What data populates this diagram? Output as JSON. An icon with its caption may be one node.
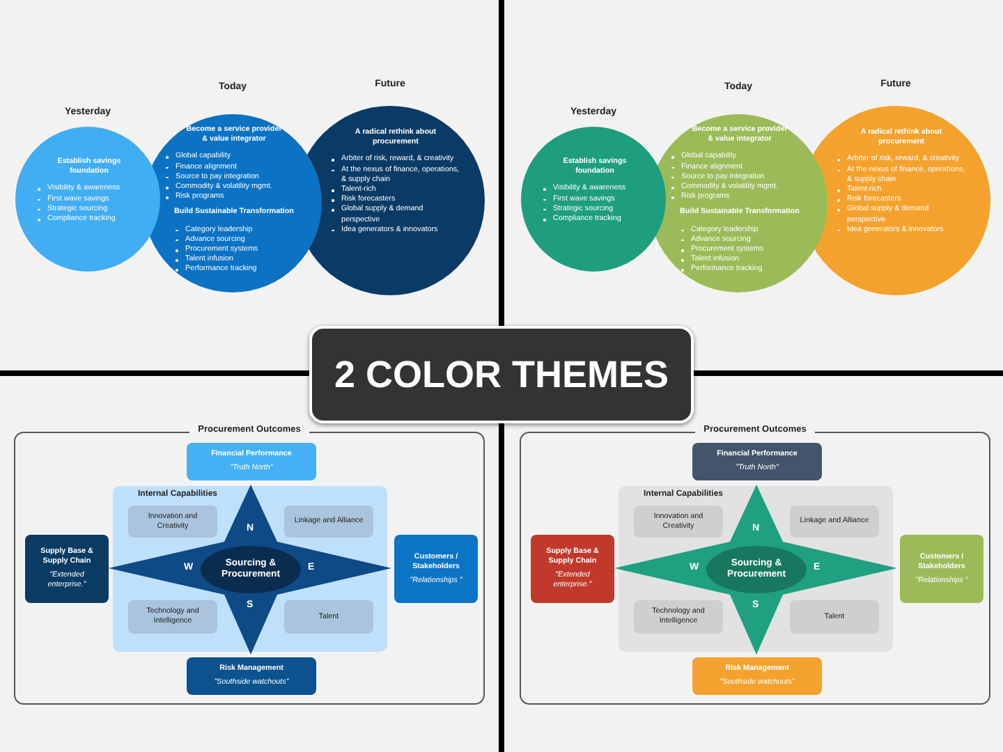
{
  "diagram": {
    "title": "2 COLOR THEMES",
    "nodes": [
      {
        "text": [
          "Yesterday",
          "Establish savings foundation",
          "Visibility & awareness",
          "First wave savings",
          "Strategic sourcing",
          "Compliance tracking"
        ]
      },
      {
        "text": [
          "Today",
          "Become a service provider & value integrator",
          "Global capability",
          "Finance alignment",
          "Source to pay integration",
          "Commodity & volatility mgmt.",
          "Risk programs",
          "Build Sustainable Transformation",
          "Category leadership",
          "Advance sourcing",
          "Procurement systems",
          "Talent infusion",
          "Performance tracking"
        ]
      },
      {
        "text": [
          "Future",
          "A radical rethink about procurement",
          "Arbiter of risk, reward, & creativity",
          "At the nexus of finance, operations, & supply chain",
          "Talent-rich",
          "Risk forecasters",
          "Global supply & demand perspective",
          "Idea generators & innovators"
        ]
      },
      {
        "text": [
          "Yesterday",
          "Establish savings foundation",
          "Visibility & awareness",
          "First wave savings",
          "Strategic sourcing",
          "Compliance tracking"
        ]
      },
      {
        "text": [
          "Today",
          "Become a service provider & value integrator",
          "Global capability",
          "Finance alignment",
          "Source to pay integration",
          "Commodity & volatility mgmt.",
          "Risk programs",
          "Build Sustainable Transformation",
          "Category leadership",
          "Advance sourcing",
          "Procurement systems",
          "Talent infusion",
          "Performance tracking"
        ]
      },
      {
        "text": [
          "Future",
          "A radical rethink about procurement",
          "Arbiter of risk, reward, & creativity",
          "At the nexus of finance, operations, & supply chain",
          "Talent-rich",
          "Risk forecasters",
          "Global supply & demand perspective",
          "Idea generators & innovators"
        ]
      },
      {
        "text": [
          "Procurement Outcomes"
        ]
      },
      {
        "text": [
          "Financial Performance",
          "\"Truth North\""
        ],
        "in": 6
      },
      {
        "text": [
          "Internal Capabilities"
        ],
        "in": 6
      },
      {
        "text": [
          "Innovation and Creativity"
        ],
        "in": 8
      },
      {
        "text": [
          "Linkage and Alliance"
        ],
        "in": 8
      },
      {
        "text": [
          "Technology and Intelligence"
        ],
        "in": 8
      },
      {
        "text": [
          "Talent"
        ],
        "in": 8
      },
      {
        "text": [
          "Sourcing & Procurement"
        ],
        "in": 8
      },
      {
        "text": [
          "Supply Base & Supply Chain",
          "\"Extended enterprise.\""
        ],
        "in": 6
      },
      {
        "text": [
          "Customers / Stakeholders",
          "\"Relationships \""
        ],
        "in": 6
      },
      {
        "text": [
          "Risk Management",
          "\"Southside watchouts\""
        ],
        "in": 6
      },
      {
        "text": [
          "Procurement Outcomes"
        ]
      },
      {
        "text": [
          "Financial Performance",
          "\"Truth North\""
        ],
        "in": 17
      },
      {
        "text": [
          "Internal Capabilities"
        ],
        "in": 17
      },
      {
        "text": [
          "Innovation and Creativity"
        ],
        "in": 19
      },
      {
        "text": [
          "Linkage and Alliance"
        ],
        "in": 19
      },
      {
        "text": [
          "Technology and Intelligence"
        ],
        "in": 19
      },
      {
        "text": [
          "Talent"
        ],
        "in": 19
      },
      {
        "text": [
          "Sourcing & Procurement"
        ],
        "in": 19
      },
      {
        "text": [
          "Supply Base & Supply Chain",
          "\"Extended enterprise.\""
        ],
        "in": 17
      },
      {
        "text": [
          "Customers / Stakeholders",
          "\"Relationships \""
        ],
        "in": 17
      },
      {
        "text": [
          "Risk Management",
          "\"Southside watchouts\""
        ],
        "in": 17
      }
    ],
    "labels": [
      "N",
      "W",
      "E",
      "S",
      "N",
      "W",
      "E",
      "S"
    ]
  }
}
